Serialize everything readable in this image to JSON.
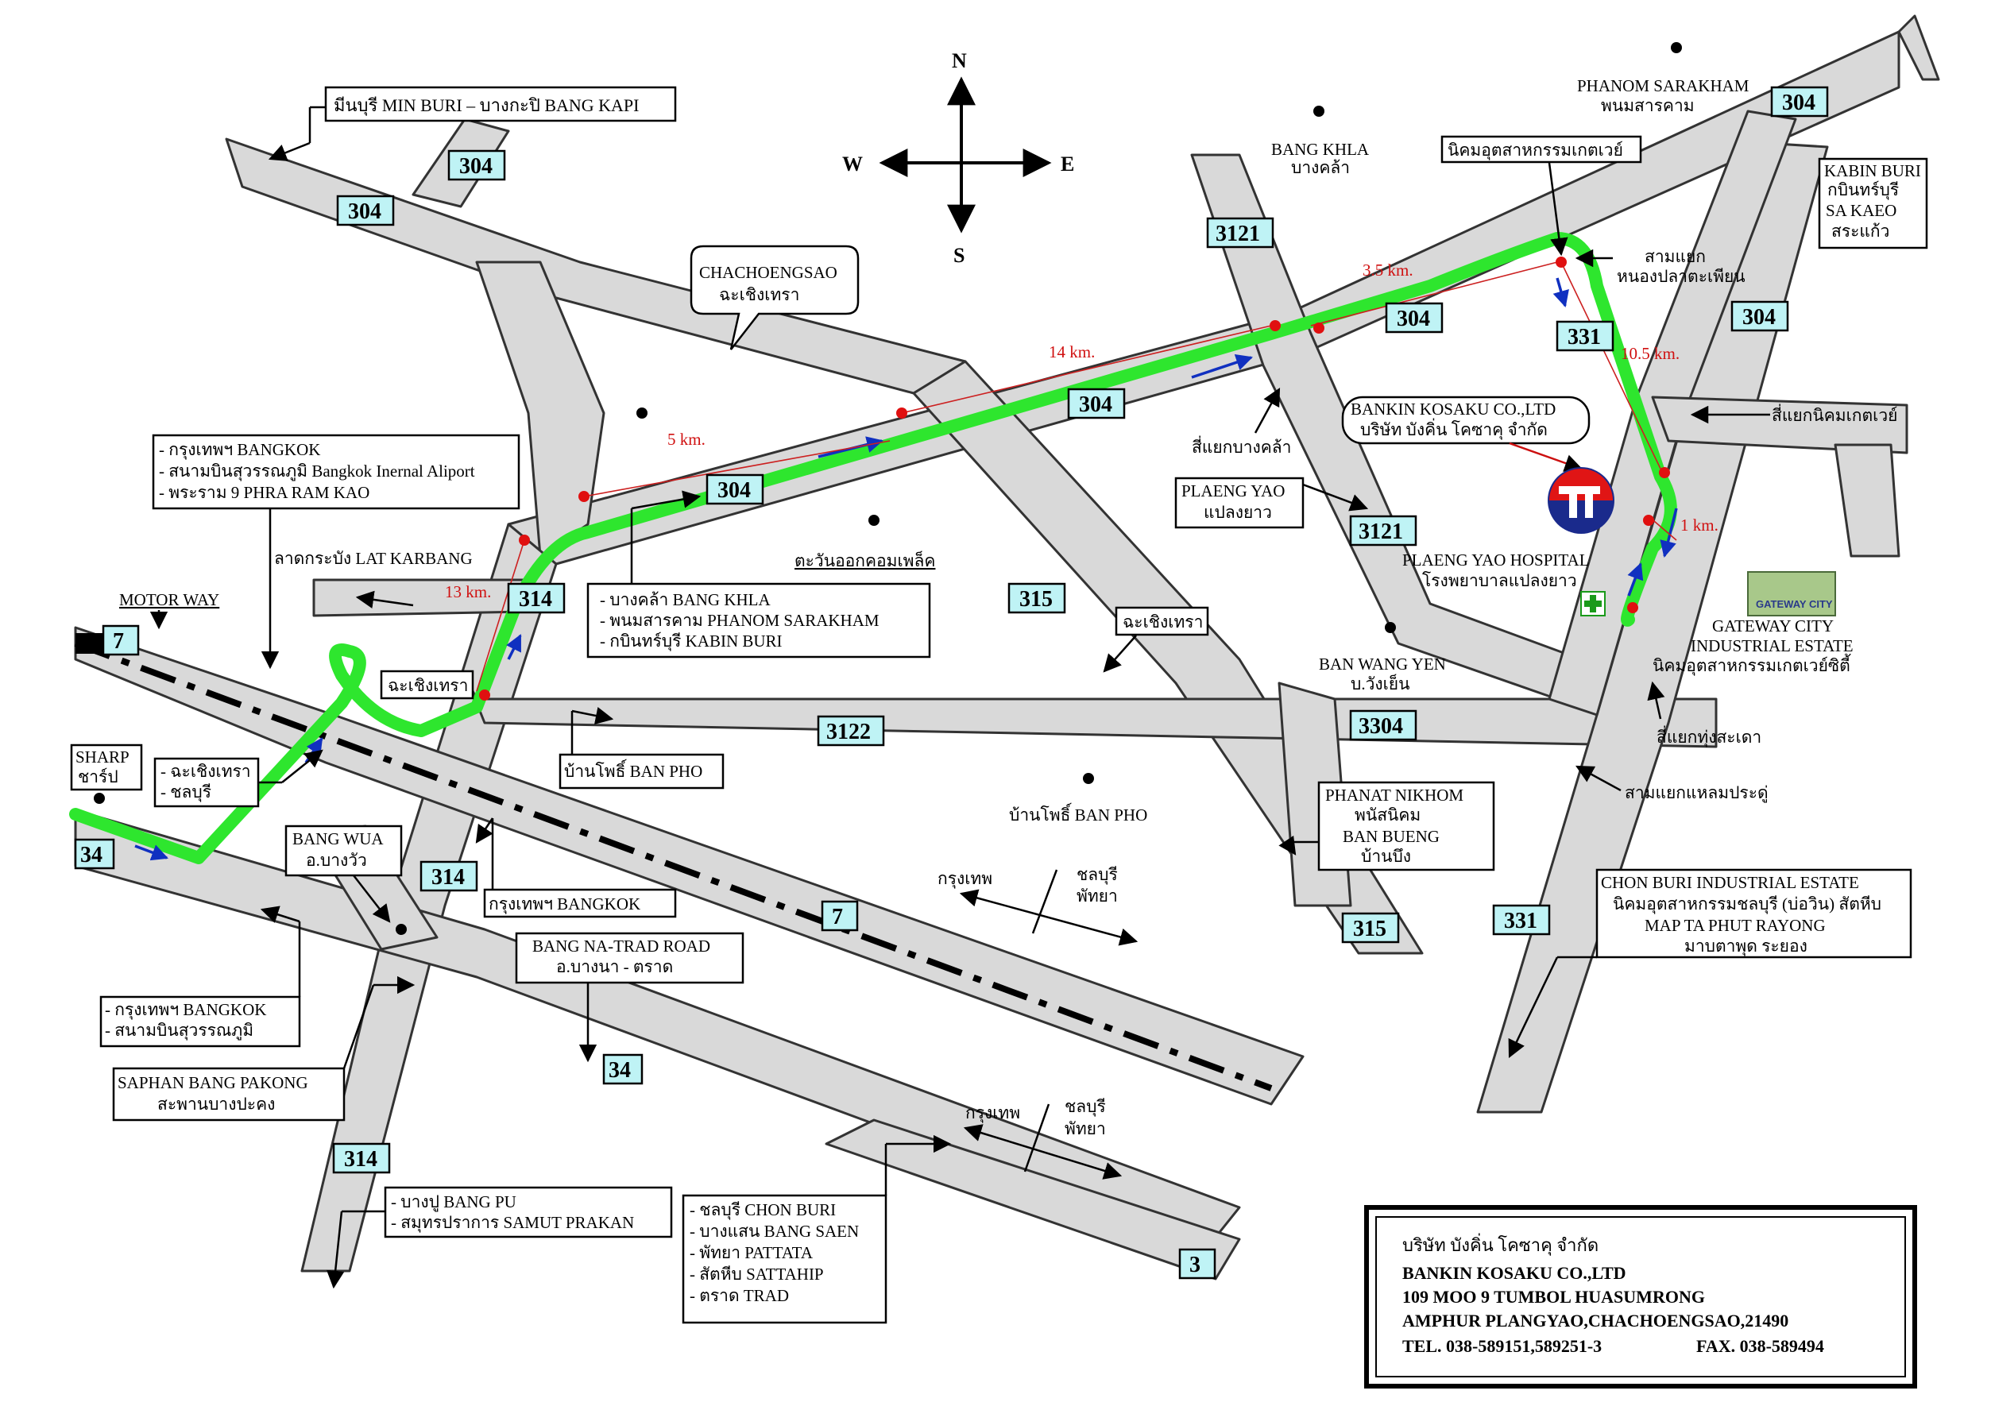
{
  "compass": {
    "n": "N",
    "s": "S",
    "e": "E",
    "w": "W"
  },
  "shields": {
    "r304a": "304",
    "r304b": "304",
    "r304c": "304",
    "r304d": "304",
    "r304e": "304",
    "r304f": "304",
    "r304g": "304",
    "r3121a": "3121",
    "r3121b": "3121",
    "r331a": "331",
    "r331b": "331",
    "r314a": "314",
    "r314b": "314",
    "r314c": "314",
    "r315a": "315",
    "r315b": "315",
    "r3122": "3122",
    "r3304": "3304",
    "r7a": "7",
    "r7b": "7",
    "r34a": "34",
    "r34b": "34",
    "r3": "3"
  },
  "distances": {
    "d5": "5 km.",
    "d14": "14 km.",
    "d35": "3.5 km.",
    "d105": "10.5 km.",
    "d13": "13 km.",
    "d1": "1 km."
  },
  "labels": {
    "minburi": "มีนบุรี MIN BURI – บางกะปิ BANG KAPI",
    "chachoengsao_1": "CHACHOENGSAO",
    "chachoengsao_2": "ฉะเชิงเทรา",
    "bangkhla_1": "BANG KHLA",
    "bangkhla_2": "บางคล้า",
    "phanom_1": "PHANOM SARAKHAM",
    "phanom_2": "พนมสารคาม",
    "gateway_th": "นิคมอุตสาหกรรมเกตเวย์",
    "samyaek_1": "สามแยก",
    "samyaek_2": "หนองปลาตะเพียน",
    "kabin_1": "KABIN BURI",
    "kabin_2": "กบินทร์บุรี",
    "kabin_3": "SA KAEO",
    "kabin_4": "สระแก้ว",
    "siyaek_gateway": "สี่แยกนิคมเกตเวย์",
    "bankin_1": "BANKIN KOSAKU CO.,LTD",
    "bankin_2": "บริษัท บังคิ่น โคซาคุ จำกัด",
    "siyaek_bangkhla": "สี่แยกบางคล้า",
    "plaengyao_1": "PLAENG YAO",
    "plaengyao_2": "แปลงยาว",
    "bkk1": "- กรุงเทพฯ BANGKOK",
    "bkk2": "- สนามบินสุวรรณภูมิ  Bangkok Inernal Aliport",
    "bkk3": "- พระราม 9 PHRA RAM KAO",
    "latkrabang": "ลาดกระบัง LAT KARBANG",
    "tawan": "ตะวันออกคอมเพล็ค",
    "hosp_1": "PLAENG YAO HOSPITAL",
    "hosp_2": "โรงพยาบาลแปลงยาว",
    "gwc_1": "GATEWAY CITY",
    "gwc_2": "INDUSTRIAL ESTATE",
    "gwc_3": "นิคมอุตสาหกรรมเกตเวย์ซิตี้",
    "gwc_logo": "GATEWAY CITY",
    "motorway": "MOTOR WAY",
    "bk1": "- บางคล้า  BANG  KHLA",
    "bk2": "- พนมสารคาม  PHANOM SARAKHAM",
    "bk3": "- กบินทร์บุรี KABIN BURI",
    "cha_small1": "ฉะเชิงเทรา",
    "cha_small2": "ฉะเชิงเทรา",
    "wangyen_1": "BAN WANG YEN",
    "wangyen_2": "บ.วังเย็น",
    "siyaek_thung": "สี่แยกทุ่งสะเดา",
    "samyaek_laem": "สามแยกแหลมประดู่",
    "sharp_1": "SHARP",
    "sharp_2": "ชาร์ป",
    "chabur1": "- ฉะเชิงเทรา",
    "chabur2": "- ชลบุรี",
    "banpho_box": "บ้านโพธิ์ BAN PHO",
    "banpho_dot": "บ้านโพธิ์ BAN PHO",
    "phanat_1": "PHANAT NIKHOM",
    "phanat_2": "พนัสนิคม",
    "phanat_3": "BAN BUENG",
    "phanat_4": "บ้านบึง",
    "bangwua_1": "BANG WUA",
    "bangwua_2": "อ.บางวัว",
    "bkk_box": "กรุงเทพฯ BANGKOK",
    "bkk_dir1": "กรุงเทพ",
    "chon_dir1": "ชลบุรี",
    "pat_dir1": "พัทยา",
    "chonind_1": "CHON BURI INDUSTRIAL ESTATE",
    "chonind_2": "นิคมอุตสาหกรรมชลบุรี (บ่อวิน) สัตหีบ",
    "chonind_3": "MAP TA PHUT RAYONG",
    "chonind_4": "มาบตาพุด ระยอง",
    "bangna_1": "BANG NA-TRAD ROAD",
    "bangna_2": "อ.บางนา - ตราด",
    "bkk_air1": "- กรุงเทพฯ BANGKOK",
    "bkk_air2": "- สนามบินสุวรรณภูมิ",
    "saphan_1": "SAPHAN BANG PAKONG",
    "saphan_2": "สะพานบางปะคง",
    "bkk_dir2": "กรุงเทพ",
    "chon_dir2": "ชลบุรี",
    "pat_dir2": "พัทยา",
    "bangpu_1": "- บางปู BANG PU",
    "bangpu_2": "- สมุทรปราการ SAMUT PRAKAN",
    "chonburi_1": "- ชลบุรี CHON BURI",
    "chonburi_2": "- บางแสน BANG SAEN",
    "chonburi_3": "- พัทยา PATTATA",
    "chonburi_4": "- สัตหีบ SATTAHIP",
    "chonburi_5": "- ตราด TRAD"
  },
  "company": {
    "name_th": "บริษัท บังคิ่น โคซาคุ จำกัด",
    "name_en": "BANKIN KOSAKU CO.,LTD",
    "addr1": "109 MOO 9 TUMBOL HUASUMRONG",
    "addr2": "AMPHUR PLANGYAO,CHACHOENGSAO,21490",
    "tel": "TEL. 038-589151,589251-3",
    "fax": "FAX. 038-589494"
  }
}
